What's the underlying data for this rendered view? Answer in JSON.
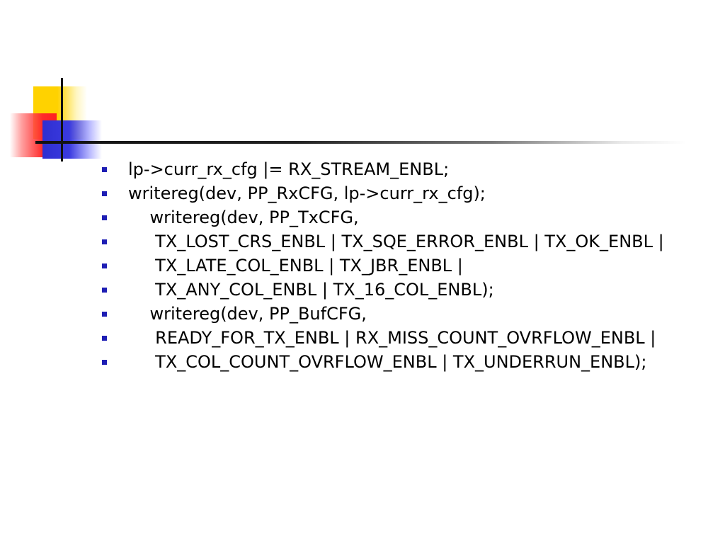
{
  "slide": {
    "bullets": [
      "lp->curr_rx_cfg |= RX_STREAM_ENBL;",
      "writereg(dev, PP_RxCFG, lp->curr_rx_cfg);",
      "    writereg(dev, PP_TxCFG,",
      "     TX_LOST_CRS_ENBL | TX_SQE_ERROR_ENBL | TX_OK_ENBL |",
      "     TX_LATE_COL_ENBL | TX_JBR_ENBL |",
      "     TX_ANY_COL_ENBL | TX_16_COL_ENBL);",
      "    writereg(dev, PP_BufCFG,",
      "     READY_FOR_TX_ENBL | RX_MISS_COUNT_OVRFLOW_ENBL |",
      "     TX_COL_COUNT_OVRFLOW_ENBL | TX_UNDERRUN_ENBL);"
    ],
    "colors": {
      "bullet": "#1e1eb4",
      "logo_yellow": "#ffd200",
      "logo_red": "#ff2020",
      "logo_blue": "#2f2fd0"
    }
  }
}
